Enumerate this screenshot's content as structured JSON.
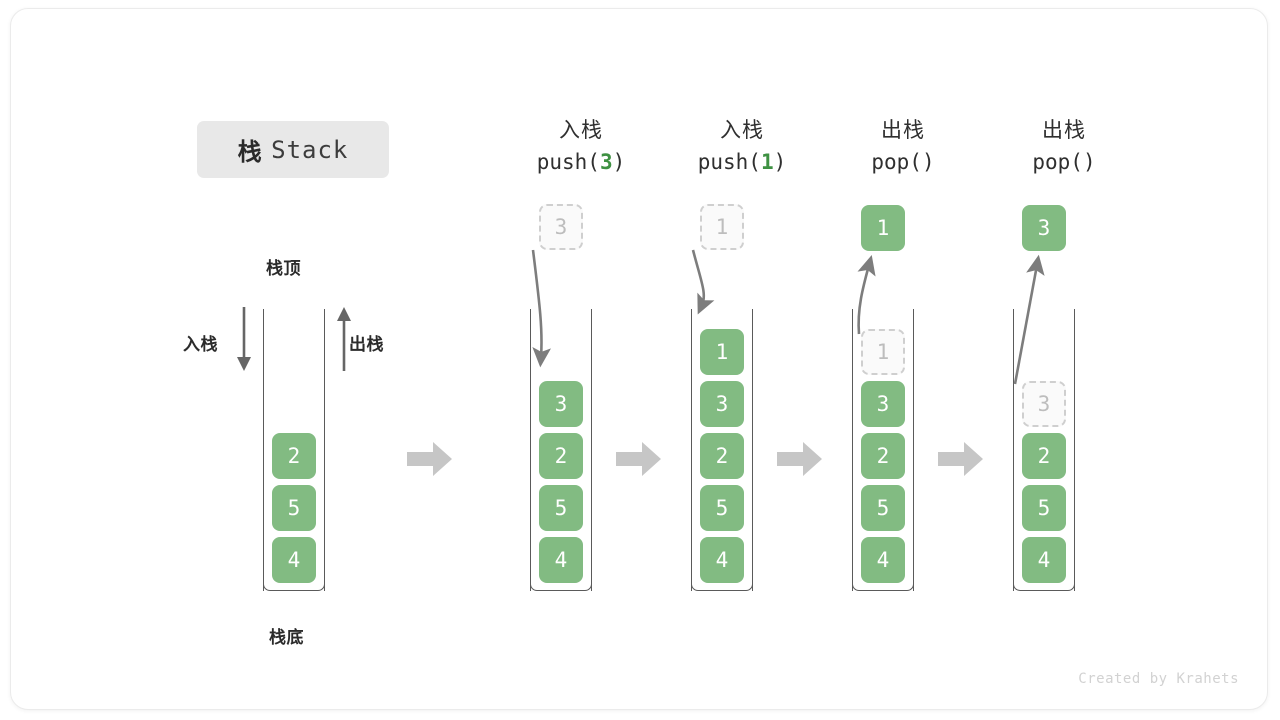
{
  "title": {
    "cjk": "栈",
    "latin": "Stack"
  },
  "labels": {
    "top": "栈顶",
    "bottom": "栈底",
    "push": "入栈",
    "pop": "出栈"
  },
  "colors": {
    "cell_green": "#82bb82",
    "cell_text": "#ffffff",
    "ghost_border": "#cfcfcf",
    "ghost_text": "#bdbdbd",
    "arrow_gray": "#7d7d7d",
    "block_arrow_gray": "#c6c6c6",
    "chip_bg": "#e8e8e8",
    "accent_green": "#3e9142"
  },
  "steps": [
    {
      "id": "initial",
      "header_cjk": "",
      "header_code": "",
      "header_arg": "",
      "stack": [
        "2",
        "5",
        "4"
      ],
      "ghost_index": -1,
      "float_box": null,
      "float_kind": null
    },
    {
      "id": "push-3",
      "header_cjk": "入栈",
      "header_code_pre": "push(",
      "header_arg": "3",
      "header_code_post": ")",
      "stack": [
        "3",
        "2",
        "5",
        "4"
      ],
      "ghost_index": -1,
      "float_box": "3",
      "float_kind": "ghost"
    },
    {
      "id": "push-1",
      "header_cjk": "入栈",
      "header_code_pre": "push(",
      "header_arg": "1",
      "header_code_post": ")",
      "stack": [
        "1",
        "3",
        "2",
        "5",
        "4"
      ],
      "ghost_index": -1,
      "float_box": "1",
      "float_kind": "ghost"
    },
    {
      "id": "pop-1",
      "header_cjk": "出栈",
      "header_code_pre": "pop(",
      "header_arg": "",
      "header_code_post": ")",
      "stack": [
        "1",
        "3",
        "2",
        "5",
        "4"
      ],
      "ghost_index": 0,
      "float_box": "1",
      "float_kind": "solid"
    },
    {
      "id": "pop-3",
      "header_cjk": "出栈",
      "header_code_pre": "pop(",
      "header_arg": "",
      "header_code_post": ")",
      "stack": [
        "3",
        "2",
        "5",
        "4"
      ],
      "ghost_index": 0,
      "float_box": "3",
      "float_kind": "solid"
    }
  ],
  "watermark": "Created by Krahets"
}
